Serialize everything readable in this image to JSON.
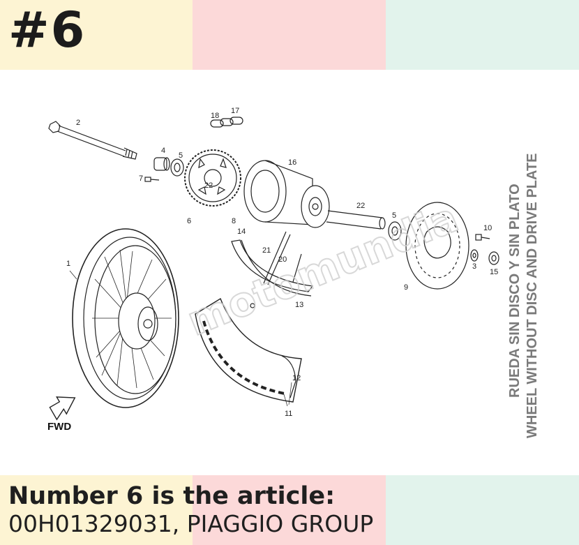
{
  "header": {
    "badge": "#6"
  },
  "diagram": {
    "side_text_1": "RUEDA SIN DISCO Y SIN PLATO",
    "side_text_2": "WHEEL WITHOUT DISC AND DRIVE PLATE",
    "fwd_label": "FWD",
    "watermark": "motomundia",
    "part_labels": {
      "p1": "1",
      "p2": "2",
      "p3": "3",
      "p4": "4",
      "p5a": "5",
      "p5b": "5",
      "p6": "6",
      "p7": "7",
      "p8": "8",
      "p9": "9",
      "p10": "10",
      "p11": "11",
      "p12": "12",
      "p13": "13",
      "p14": "14",
      "p15": "15",
      "p16": "16",
      "p17": "17",
      "p18": "18",
      "p20": "20",
      "p21": "21",
      "p22a": "22",
      "p22b": "22"
    }
  },
  "caption": {
    "line1": "Number 6 is the article:",
    "line2": "00H01329031, PIAGGIO GROUP"
  }
}
